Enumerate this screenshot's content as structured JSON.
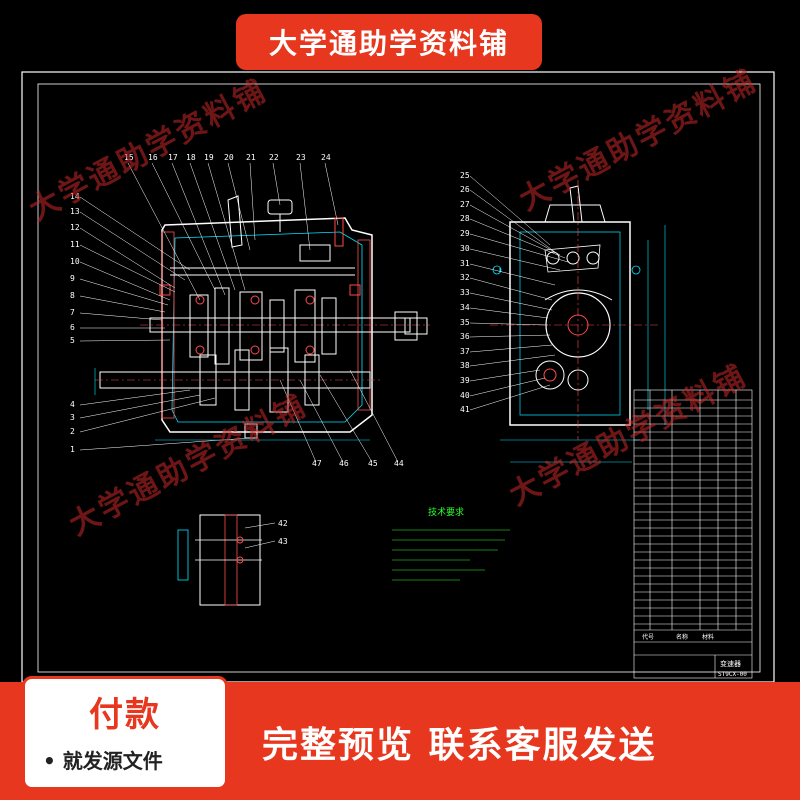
{
  "banner": {
    "title": "大学通助学资料铺"
  },
  "watermarks": [
    "大学通助学资料铺",
    "大学通助学资料铺",
    "大学通助学资料铺",
    "大学通助学资料铺"
  ],
  "drawing": {
    "part_labels_left_top": [
      "15",
      "16",
      "17",
      "18",
      "19",
      "20",
      "21",
      "22",
      "23",
      "24"
    ],
    "part_labels_left_side": [
      "14",
      "13",
      "12",
      "11",
      "10",
      "9",
      "8",
      "7",
      "6",
      "5",
      "4",
      "3",
      "2",
      "1"
    ],
    "part_labels_right": [
      "25",
      "26",
      "27",
      "28",
      "29",
      "30",
      "31",
      "32",
      "33",
      "34",
      "35",
      "36",
      "37",
      "38",
      "39",
      "40",
      "41"
    ],
    "part_labels_bottom": [
      "47",
      "46",
      "45",
      "44"
    ],
    "part_labels_detail": [
      "42",
      "43"
    ],
    "technical_requirements_title": "技术要求",
    "title_block": {
      "header": [
        "代号",
        "名称",
        "材料"
      ],
      "name": "变速器",
      "drawing_no": "ST9CX-00"
    }
  },
  "payment": {
    "title": "付款",
    "subtitle": "• 就发源文件"
  },
  "bottom": {
    "text": "完整预览  联系客服发送"
  },
  "colors": {
    "accent": "#e8371f",
    "cad_outline": "#ffffff",
    "cad_dimension": "#00e5ff",
    "cad_section": "#ff4a4a",
    "cad_text_green": "#2cff2c"
  }
}
